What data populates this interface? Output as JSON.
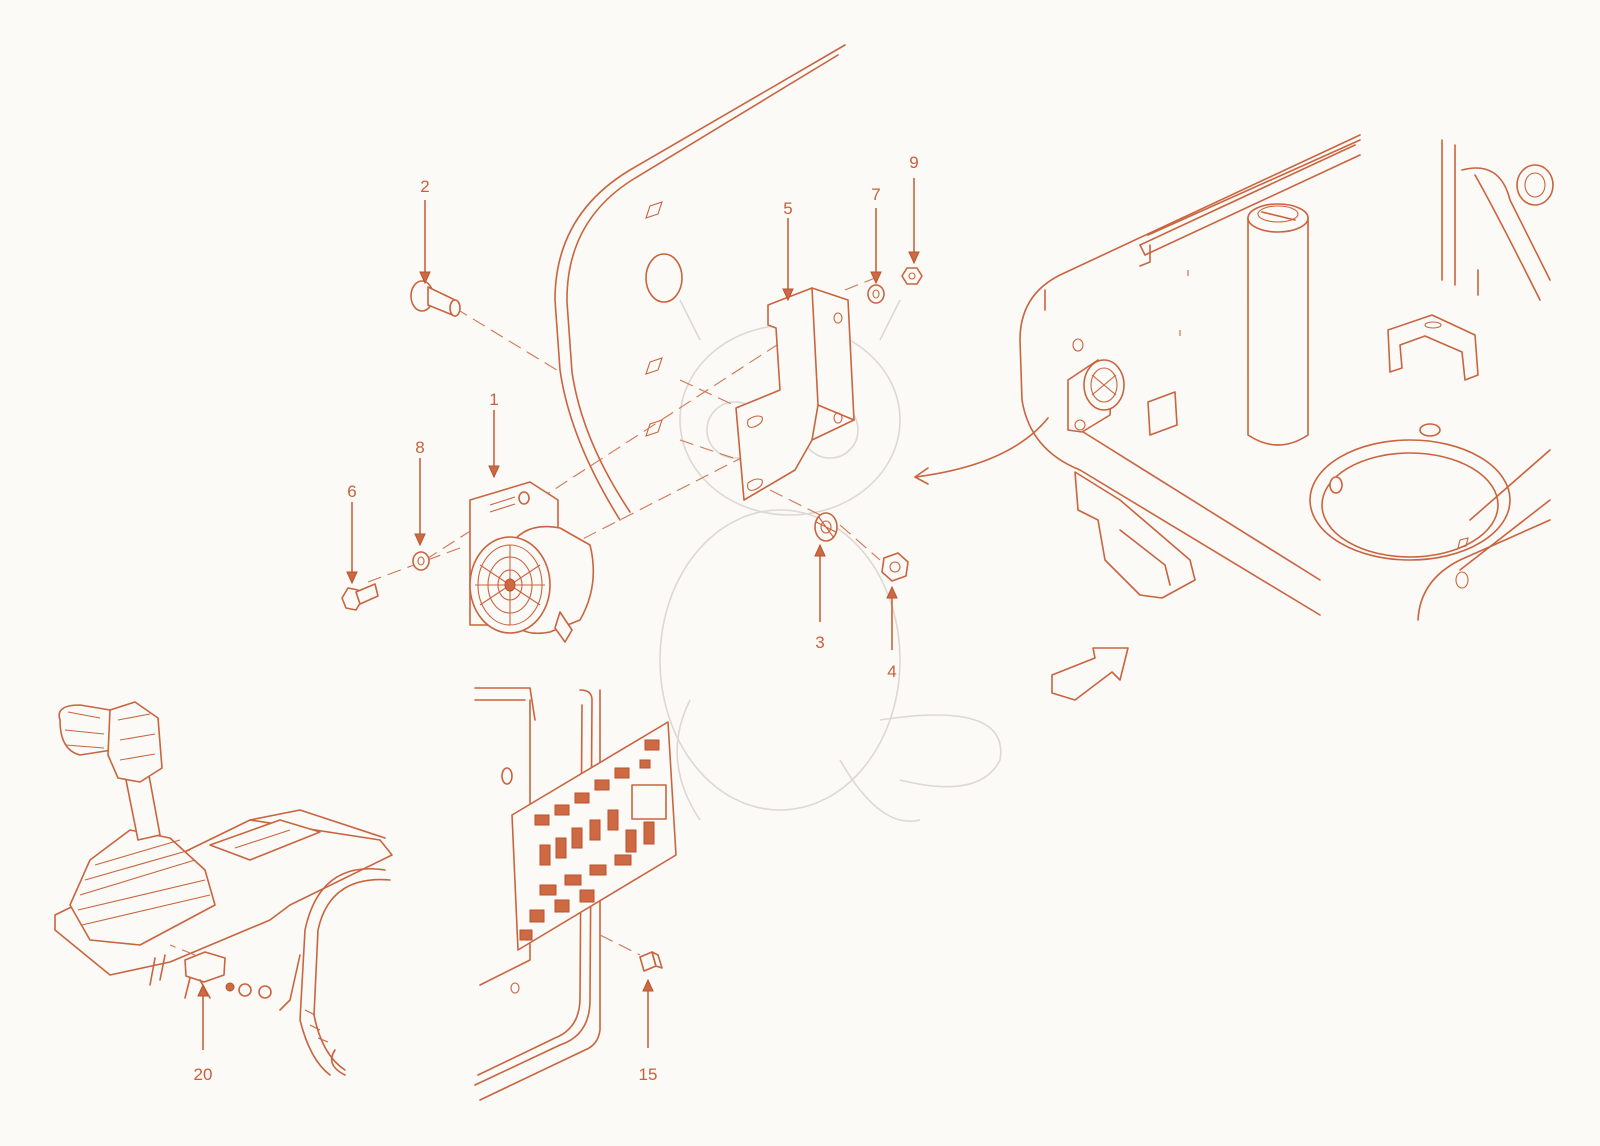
{
  "diagram": {
    "callouts": [
      {
        "id": "1",
        "label": "1"
      },
      {
        "id": "2",
        "label": "2"
      },
      {
        "id": "3",
        "label": "3"
      },
      {
        "id": "4",
        "label": "4"
      },
      {
        "id": "5",
        "label": "5"
      },
      {
        "id": "6",
        "label": "6"
      },
      {
        "id": "7",
        "label": "7"
      },
      {
        "id": "8",
        "label": "8"
      },
      {
        "id": "9",
        "label": "9"
      },
      {
        "id": "15",
        "label": "15"
      },
      {
        "id": "20",
        "label": "20"
      }
    ],
    "colors": {
      "line": "#c9643f",
      "label": "#c8603a",
      "background": "#fbfaf7",
      "watermark": "#ddd8d2"
    }
  }
}
